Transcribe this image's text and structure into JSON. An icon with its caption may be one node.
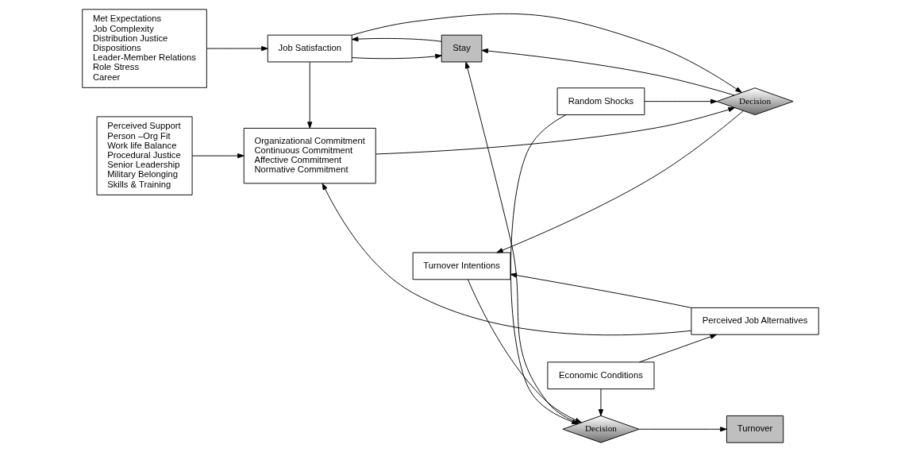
{
  "diagram": {
    "nodes": [
      {
        "text": [
          "Met Expectations",
          "Job Complexity",
          "Distribution Justice",
          "Dispositions",
          "Leader-Member Relations",
          "Role Stress",
          "Career"
        ]
      },
      {
        "text": [
          "Job Satisfaction"
        ]
      },
      {
        "text": [
          "Stay"
        ]
      },
      {
        "text": [
          "Random Shocks"
        ]
      },
      {
        "text": [
          "Decision"
        ]
      },
      {
        "text": [
          "Turnover Intentions"
        ]
      },
      {
        "text": [
          "Decision"
        ]
      },
      {
        "text": [
          "Turnover"
        ]
      },
      {
        "text": [
          "Perceived Support",
          "Person –Org Fit",
          "Work life Balance",
          "Procedural Justice",
          "Senior Leadership",
          "Military Belonging",
          "Skills & Training"
        ]
      },
      {
        "text": [
          "Organizational Commitment",
          "Continuous Commitment",
          "Affective Commitment",
          "Normative Commitment"
        ]
      },
      {
        "text": [
          "Perceived Job Alternatives"
        ]
      },
      {
        "text": [
          "Economic Conditions"
        ]
      }
    ],
    "edges": [
      {
        "from": 0,
        "to": 1,
        "arrow": "to"
      },
      {
        "from": 1,
        "to": 2,
        "arrow": "to"
      },
      {
        "from": 2,
        "to": 1,
        "arrow": "to"
      },
      {
        "from": 1,
        "to": 4,
        "arrow": "to"
      },
      {
        "from": 1,
        "to": 9,
        "arrow": "to"
      },
      {
        "from": 4,
        "to": 2,
        "arrow": "to"
      },
      {
        "from": 3,
        "to": 4,
        "arrow": "to"
      },
      {
        "from": 3,
        "to": 6,
        "arrow": "to"
      },
      {
        "from": 4,
        "to": 5,
        "arrow": "to"
      },
      {
        "from": 5,
        "to": 6,
        "arrow": "to"
      },
      {
        "from": 6,
        "to": 7,
        "arrow": "to"
      },
      {
        "from": 6,
        "to": 2,
        "arrow": "to"
      },
      {
        "from": 9,
        "to": 4,
        "arrow": "to"
      },
      {
        "from": 8,
        "to": 9,
        "arrow": "to"
      },
      {
        "from": 10,
        "to": 9,
        "arrow": "to"
      },
      {
        "from": 10,
        "to": 5,
        "arrow": "to"
      },
      {
        "from": 11,
        "to": 10,
        "arrow": "to"
      },
      {
        "from": 11,
        "to": 6,
        "arrow": "to"
      }
    ]
  }
}
